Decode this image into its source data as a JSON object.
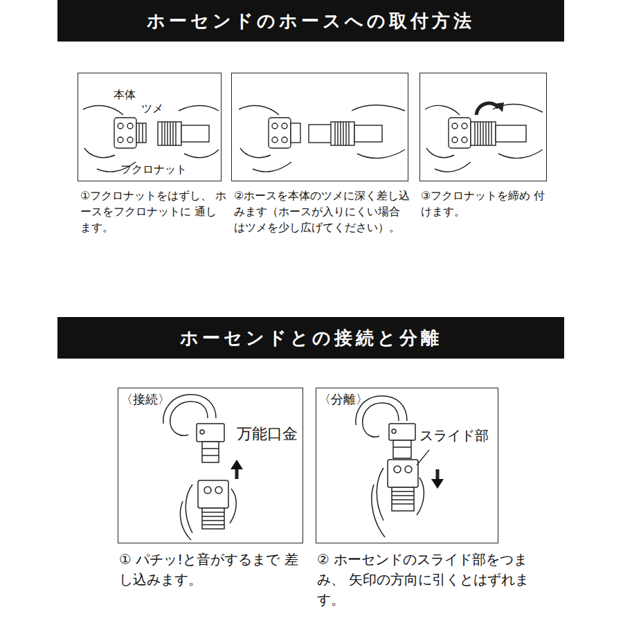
{
  "diagram": {
    "nodes": [
      {
        "text": [
          "ホーセンドのホースへの取付方法"
        ]
      },
      {
        "text": [
          "本体",
          "ツメ",
          "フクロナット",
          "①フクロナットをはずし、 ホースをフクロナットに 通します。"
        ]
      },
      {
        "text": [
          "②ホースを本体のツメに深く差し込 みます（ホースが入りにくい場合 はツメを少し広げてください）。"
        ]
      },
      {
        "text": [
          "③フクロナットを締め 付けます。"
        ]
      },
      {
        "text": [
          "ホーセンドとの接続と分離"
        ]
      },
      {
        "text": [
          "〈接続〉",
          "万能口金",
          "① パチッ!と音がするまで 差し込みます。"
        ]
      },
      {
        "text": [
          "〈分離〉",
          "スライド部",
          "② ホーセンドのスライド部をつまみ、 矢印の方向に引くとはずれます。"
        ]
      }
    ]
  }
}
